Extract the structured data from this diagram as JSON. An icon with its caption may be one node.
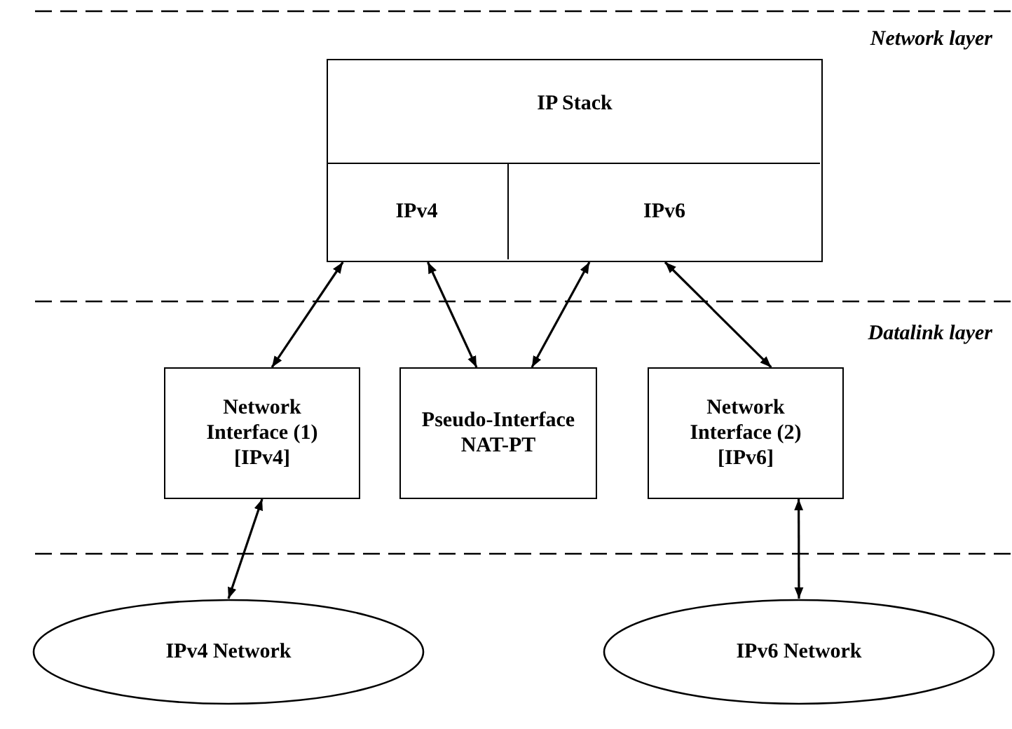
{
  "diagram": {
    "nodes": [
      {
        "text": [
          "IP Stack"
        ]
      },
      {
        "text": [
          "IPv4"
        ],
        "in": 0
      },
      {
        "text": [
          "IPv6"
        ],
        "in": 0
      },
      {
        "text": [
          "Network Interface (1) [IPv4]"
        ]
      },
      {
        "text": [
          "Pseudo-Interface NAT-PT"
        ]
      },
      {
        "text": [
          "Network Interface (2) [IPv6]"
        ]
      },
      {
        "text": [
          "IPv4 Network"
        ]
      },
      {
        "text": [
          "IPv6 Network"
        ]
      }
    ],
    "edges": [
      {
        "from": 1,
        "to": 3,
        "arrow": "both"
      },
      {
        "from": 1,
        "to": 4,
        "arrow": "both"
      },
      {
        "from": 2,
        "to": 4,
        "arrow": "both"
      },
      {
        "from": 2,
        "to": 5,
        "arrow": "both"
      },
      {
        "from": 3,
        "to": 6,
        "arrow": "both"
      },
      {
        "from": 5,
        "to": 7,
        "arrow": "both"
      }
    ],
    "labels": [
      "Network layer",
      "Datalink layer"
    ]
  }
}
